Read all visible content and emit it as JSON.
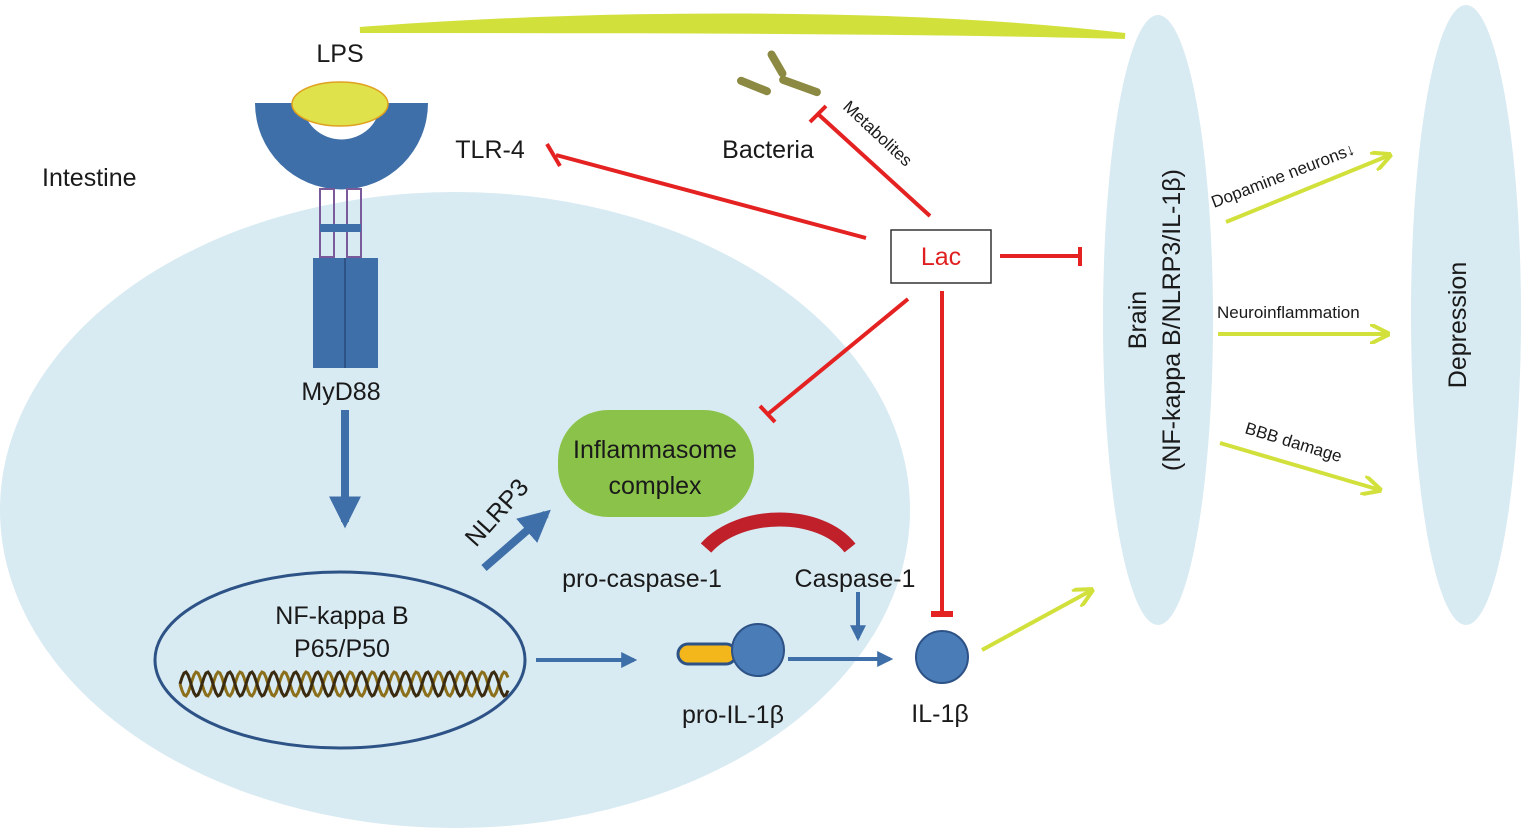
{
  "colors": {
    "region_fill": "#d8eaf2",
    "receptor_blue": "#3f6fa8",
    "inhibit_red": "#e52222",
    "arrow_yellow": "#d2e03c",
    "inflammasome_green": "#8bc34a",
    "caspase_arc": "#c0202a",
    "bacteria": "#8c8a42",
    "lps_fill": "#dfe24a",
    "prodomain_orange": "#f3b71c"
  },
  "labels": {
    "lps": "LPS",
    "tlr4": "TLR-4",
    "intestine": "Intestine",
    "myd88": "MyD88",
    "bacteria": "Bacteria",
    "metabolites": "Metabolites",
    "lac": "Lac",
    "nlrp3": "NLRP3",
    "inflammasome_line1": "Inflammasome",
    "inflammasome_line2": "complex",
    "pro_caspase": "pro-caspase-1",
    "caspase": "Caspase-1",
    "nfkb_line1": "NF-kappa B",
    "nfkb_line2": "P65/P50",
    "pro_il1b": "pro-IL-1β",
    "il1b": "IL-1β",
    "brain_line1": "Brain",
    "brain_line2": "(NF-kappa B/NLRP3/IL-1β)",
    "depression": "Depression",
    "dopamine": "Dopamine neurons↓",
    "neuroinflammation": "Neuroinflammation",
    "bbb": "BBB damage"
  }
}
